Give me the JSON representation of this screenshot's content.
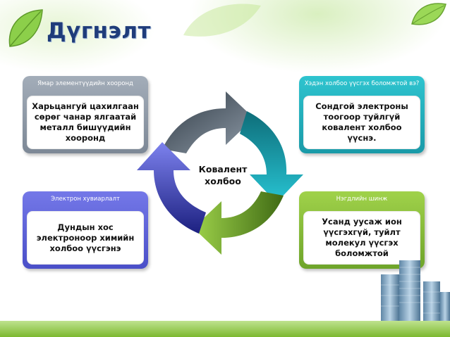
{
  "title": "Дүгнэлт",
  "center": {
    "line1": "Ковалент",
    "line2": "холбоо"
  },
  "cards": {
    "top_left": {
      "header": "Ямар элементүүдийн хооронд",
      "body": "Харьцангуй цахилгаан сөрөг чанар ялгаатай металл бишүүдийн хооронд"
    },
    "top_right": {
      "header": "Хэдэн холбоо үүсгэх боломжтой вэ?",
      "body": "Сондгой электроны тоогоор туйлгүй ковалент холбоо үүснэ."
    },
    "bottom_left": {
      "header": "Электрон хувиарлалт",
      "body": "Дундын хос электроноор химийн холбоо үүсгэнэ"
    },
    "bottom_right": {
      "header": "Нэгдлийн шинж",
      "body": "Усанд уусаж ион үүсгэхгүй, туйлт молекул үүсгэх боломжтой"
    }
  },
  "colors": {
    "title": "#1f3c7a",
    "arrow_gray": "#5f6b78",
    "arrow_teal": "#1aa7b5",
    "arrow_green": "#7fb52c",
    "arrow_blue": "#4a4fc8"
  },
  "icons": [
    "leaf-icon",
    "cycle-arrows-icon",
    "building-icon"
  ]
}
